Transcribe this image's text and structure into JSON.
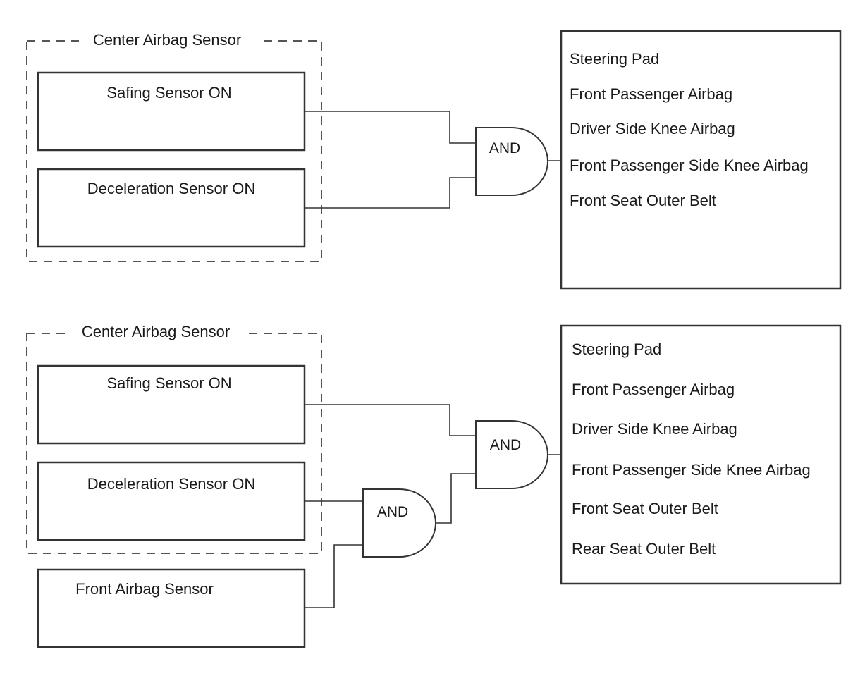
{
  "diagrams": [
    {
      "group_label": "Center Airbag Sensor",
      "inputs": [
        "Safing Sensor ON",
        "Deceleration Sensor ON"
      ],
      "gates": [
        "AND"
      ],
      "outputs": [
        "Steering Pad",
        "Front Passenger Airbag",
        "Driver Side Knee Airbag",
        "Front Passenger Side Knee Airbag",
        "Front Seat Outer Belt"
      ]
    },
    {
      "group_label": "Center Airbag Sensor",
      "inputs": [
        "Safing Sensor ON",
        "Deceleration Sensor ON",
        "Front Airbag Sensor"
      ],
      "gates": [
        "AND",
        "AND"
      ],
      "outputs": [
        "Steering Pad",
        "Front Passenger Airbag",
        "Driver Side Knee Airbag",
        "Front Passenger Side Knee Airbag",
        "Front Seat Outer Belt",
        "Rear Seat Outer Belt"
      ]
    }
  ]
}
